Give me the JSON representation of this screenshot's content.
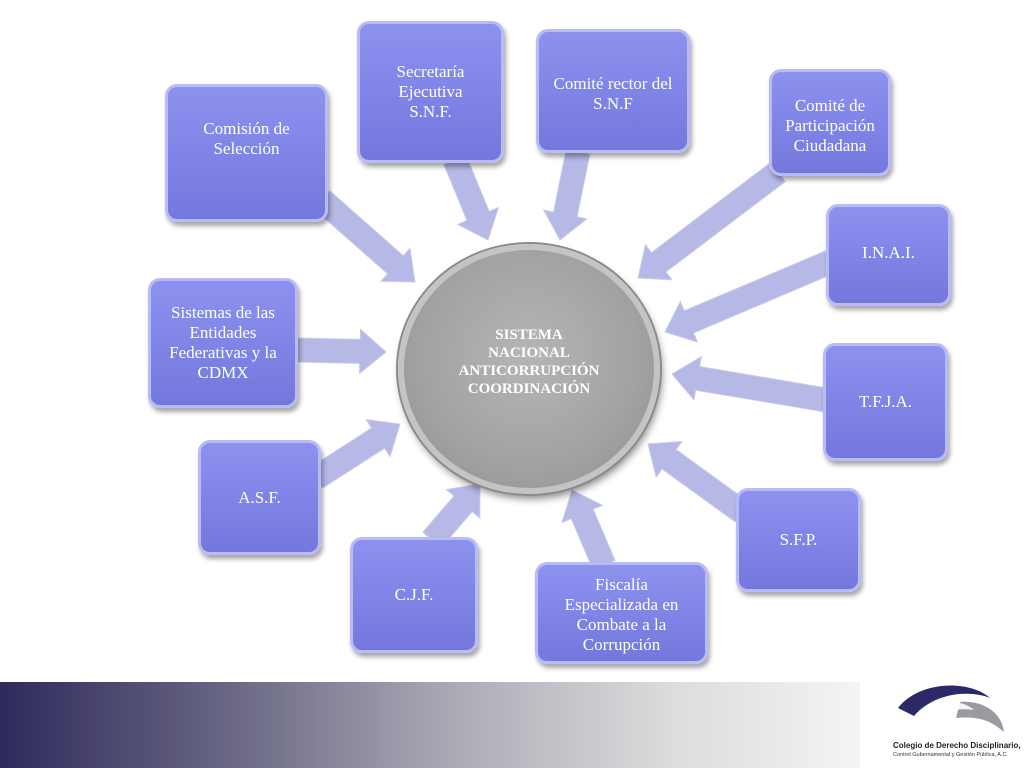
{
  "diagram": {
    "center": {
      "label": "SISTEMA\nNACIONAL\nANTICORRUPCIÓN\nCOORDINACIÓN"
    },
    "nodes": [
      {
        "id": "comision-seleccion",
        "label": "Comisión de\nSelección"
      },
      {
        "id": "secretaria-ejecutiva",
        "label": "Secretaría\nEjecutiva\nS.N.F."
      },
      {
        "id": "comite-rector",
        "label": "Comité rector del\nS.N.F"
      },
      {
        "id": "comite-participacion",
        "label": "Comité de\nParticipación\nCiudadana"
      },
      {
        "id": "inai",
        "label": "I.N.A.I."
      },
      {
        "id": "tfja",
        "label": "T.F.J.A."
      },
      {
        "id": "sfp",
        "label": "S.F.P."
      },
      {
        "id": "fiscalia",
        "label": "Fiscalía\nEspecializada en\nCombate a la\nCorrupción"
      },
      {
        "id": "cjf",
        "label": "C.J.F."
      },
      {
        "id": "asf",
        "label": "A.S.F."
      },
      {
        "id": "sistemas-entidades",
        "label": "Sistemas de las\nEntidades\nFederativas y la\nCDMX"
      }
    ]
  },
  "colors": {
    "node_fill": "#8387e8",
    "node_border": "#b9bcf4",
    "arrow_fill": "#b6b8e6",
    "hub_fill": "#a5a5a5",
    "footer_dark": "#2f2a5c",
    "logo_navy": "#2b2a66"
  },
  "logo": {
    "name_line": "Colegio de Derecho Disciplinario,",
    "sub_line": "Control Gubernamental y Gestión Pública, A.C."
  }
}
